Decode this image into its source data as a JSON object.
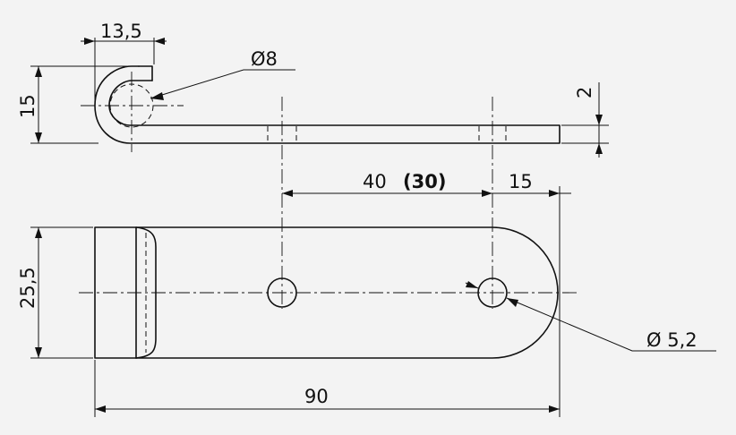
{
  "dimensions": {
    "hook_width": "13,5",
    "hook_diameter": "Ø8",
    "hook_height": "15",
    "thickness": "2",
    "hole_spacing": "40",
    "hole_spacing_alt": "(30)",
    "end_distance": "15",
    "plate_width": "25,5",
    "hole_diameter": "Ø 5,2",
    "overall_length": "90"
  }
}
